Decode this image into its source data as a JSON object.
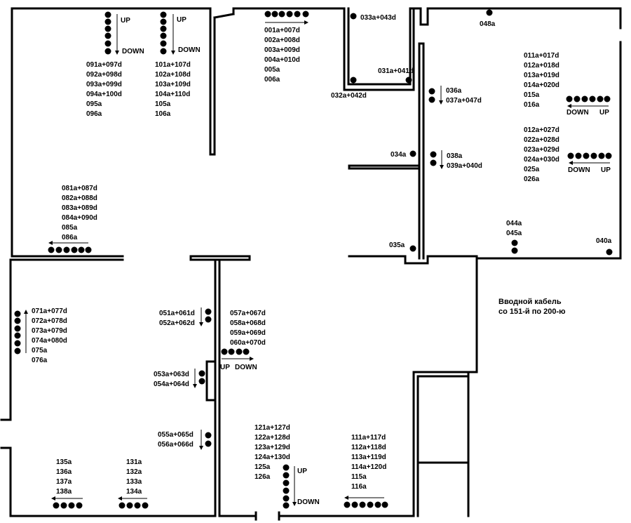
{
  "groups": [
    {
      "id": "g091",
      "lines": [
        "091a+097d",
        "092a+098d",
        "093a+099d",
        "094a+100d",
        "095a",
        "096a"
      ]
    },
    {
      "id": "g101",
      "lines": [
        "101a+107d",
        "102a+108d",
        "103a+109d",
        "104a+110d",
        "105a",
        "106a"
      ]
    },
    {
      "id": "g001",
      "lines": [
        "001a+007d",
        "002a+008d",
        "003a+009d",
        "004a+010d",
        "005a",
        "006a"
      ]
    },
    {
      "id": "g033",
      "lines": [
        "033a+043d"
      ]
    },
    {
      "id": "g031",
      "lines": [
        "031a+041d"
      ]
    },
    {
      "id": "g032",
      "lines": [
        "032a+042d"
      ]
    },
    {
      "id": "g048",
      "lines": [
        "048a"
      ]
    },
    {
      "id": "g011",
      "lines": [
        "011a+017d",
        "012a+018d",
        "013a+019d",
        "014a+020d",
        "015a",
        "016a"
      ]
    },
    {
      "id": "g036",
      "lines": [
        "036a",
        "037a+047d"
      ]
    },
    {
      "id": "g012",
      "lines": [
        "012a+027d",
        "022a+028d",
        "023a+029d",
        "024a+030d",
        "025a",
        "026a"
      ]
    },
    {
      "id": "g034",
      "lines": [
        "034a"
      ]
    },
    {
      "id": "g038",
      "lines": [
        "038a",
        "039a+040d"
      ]
    },
    {
      "id": "g081",
      "lines": [
        "081a+087d",
        "082a+088d",
        "083a+089d",
        "084a+090d",
        "085a",
        "086a"
      ]
    },
    {
      "id": "g044",
      "lines": [
        "044a",
        "045a"
      ]
    },
    {
      "id": "g035",
      "lines": [
        "035a"
      ]
    },
    {
      "id": "g040",
      "lines": [
        "040a"
      ]
    },
    {
      "id": "g071",
      "lines": [
        "071a+077d",
        "072a+078d",
        "073a+079d",
        "074a+080d",
        "075a",
        "076a"
      ]
    },
    {
      "id": "g051",
      "lines": [
        "051a+061d",
        "052a+062d"
      ]
    },
    {
      "id": "g057",
      "lines": [
        "057a+067d",
        "058a+068d",
        "059a+069d",
        "060a+070d"
      ]
    },
    {
      "id": "g053",
      "lines": [
        "053a+063d",
        "054a+064d"
      ]
    },
    {
      "id": "g055",
      "lines": [
        "055a+065d",
        "056a+066d"
      ]
    },
    {
      "id": "g121",
      "lines": [
        "121a+127d",
        "122a+128d",
        "123a+129d",
        "124a+130d",
        "125a",
        "126a"
      ]
    },
    {
      "id": "g111",
      "lines": [
        "111a+117d",
        "112a+118d",
        "113a+119d",
        "114a+120d",
        "115a",
        "116a"
      ]
    },
    {
      "id": "g135",
      "lines": [
        "135a",
        "136a",
        "137a",
        "138a"
      ]
    },
    {
      "id": "g131",
      "lines": [
        "131a",
        "132a",
        "133a",
        "134a"
      ]
    }
  ],
  "directions": {
    "up": "UP",
    "down": "DOWN"
  },
  "cable_note": [
    "Вводной кабель",
    "со 151-й по 200-ю"
  ]
}
